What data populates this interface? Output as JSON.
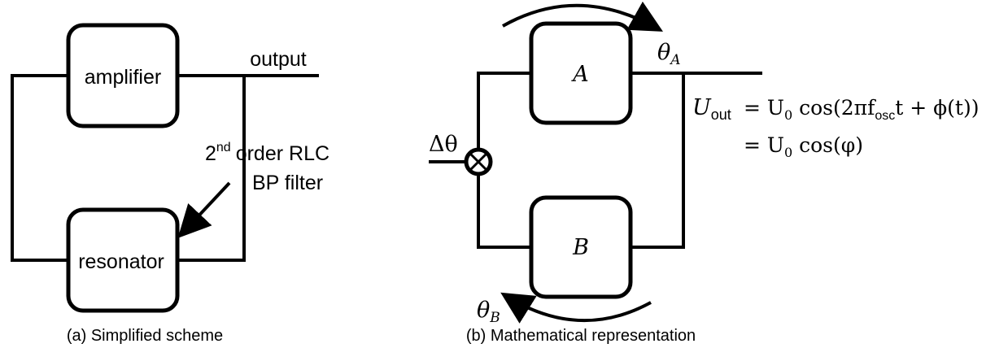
{
  "panel_a": {
    "caption": "(a) Simplified scheme",
    "amplifier_label": "amplifier",
    "resonator_label": "resonator",
    "output_label": "output",
    "filter_note": {
      "base": "2",
      "superscript": "nd",
      "line1_rest": "order RLC",
      "line2": "BP filter"
    }
  },
  "panel_b": {
    "caption": "(b) Mathematical representation",
    "block_a_label": "A",
    "block_b_label": "B",
    "theta_a": {
      "symbol": "θ",
      "sub": "A"
    },
    "theta_b": {
      "symbol": "θ",
      "sub": "B"
    },
    "delta_theta": "Δθ",
    "equation": {
      "lhs_symbol": "U",
      "lhs_sub": "out",
      "line1": {
        "pre": "= U",
        "sub0": "0",
        "mid": " cos(2πf",
        "sub_osc": "osc",
        "post": "t + ϕ(t))"
      },
      "line2": {
        "pre": "= U",
        "sub0": "0",
        "post": " cos(φ)"
      }
    }
  }
}
